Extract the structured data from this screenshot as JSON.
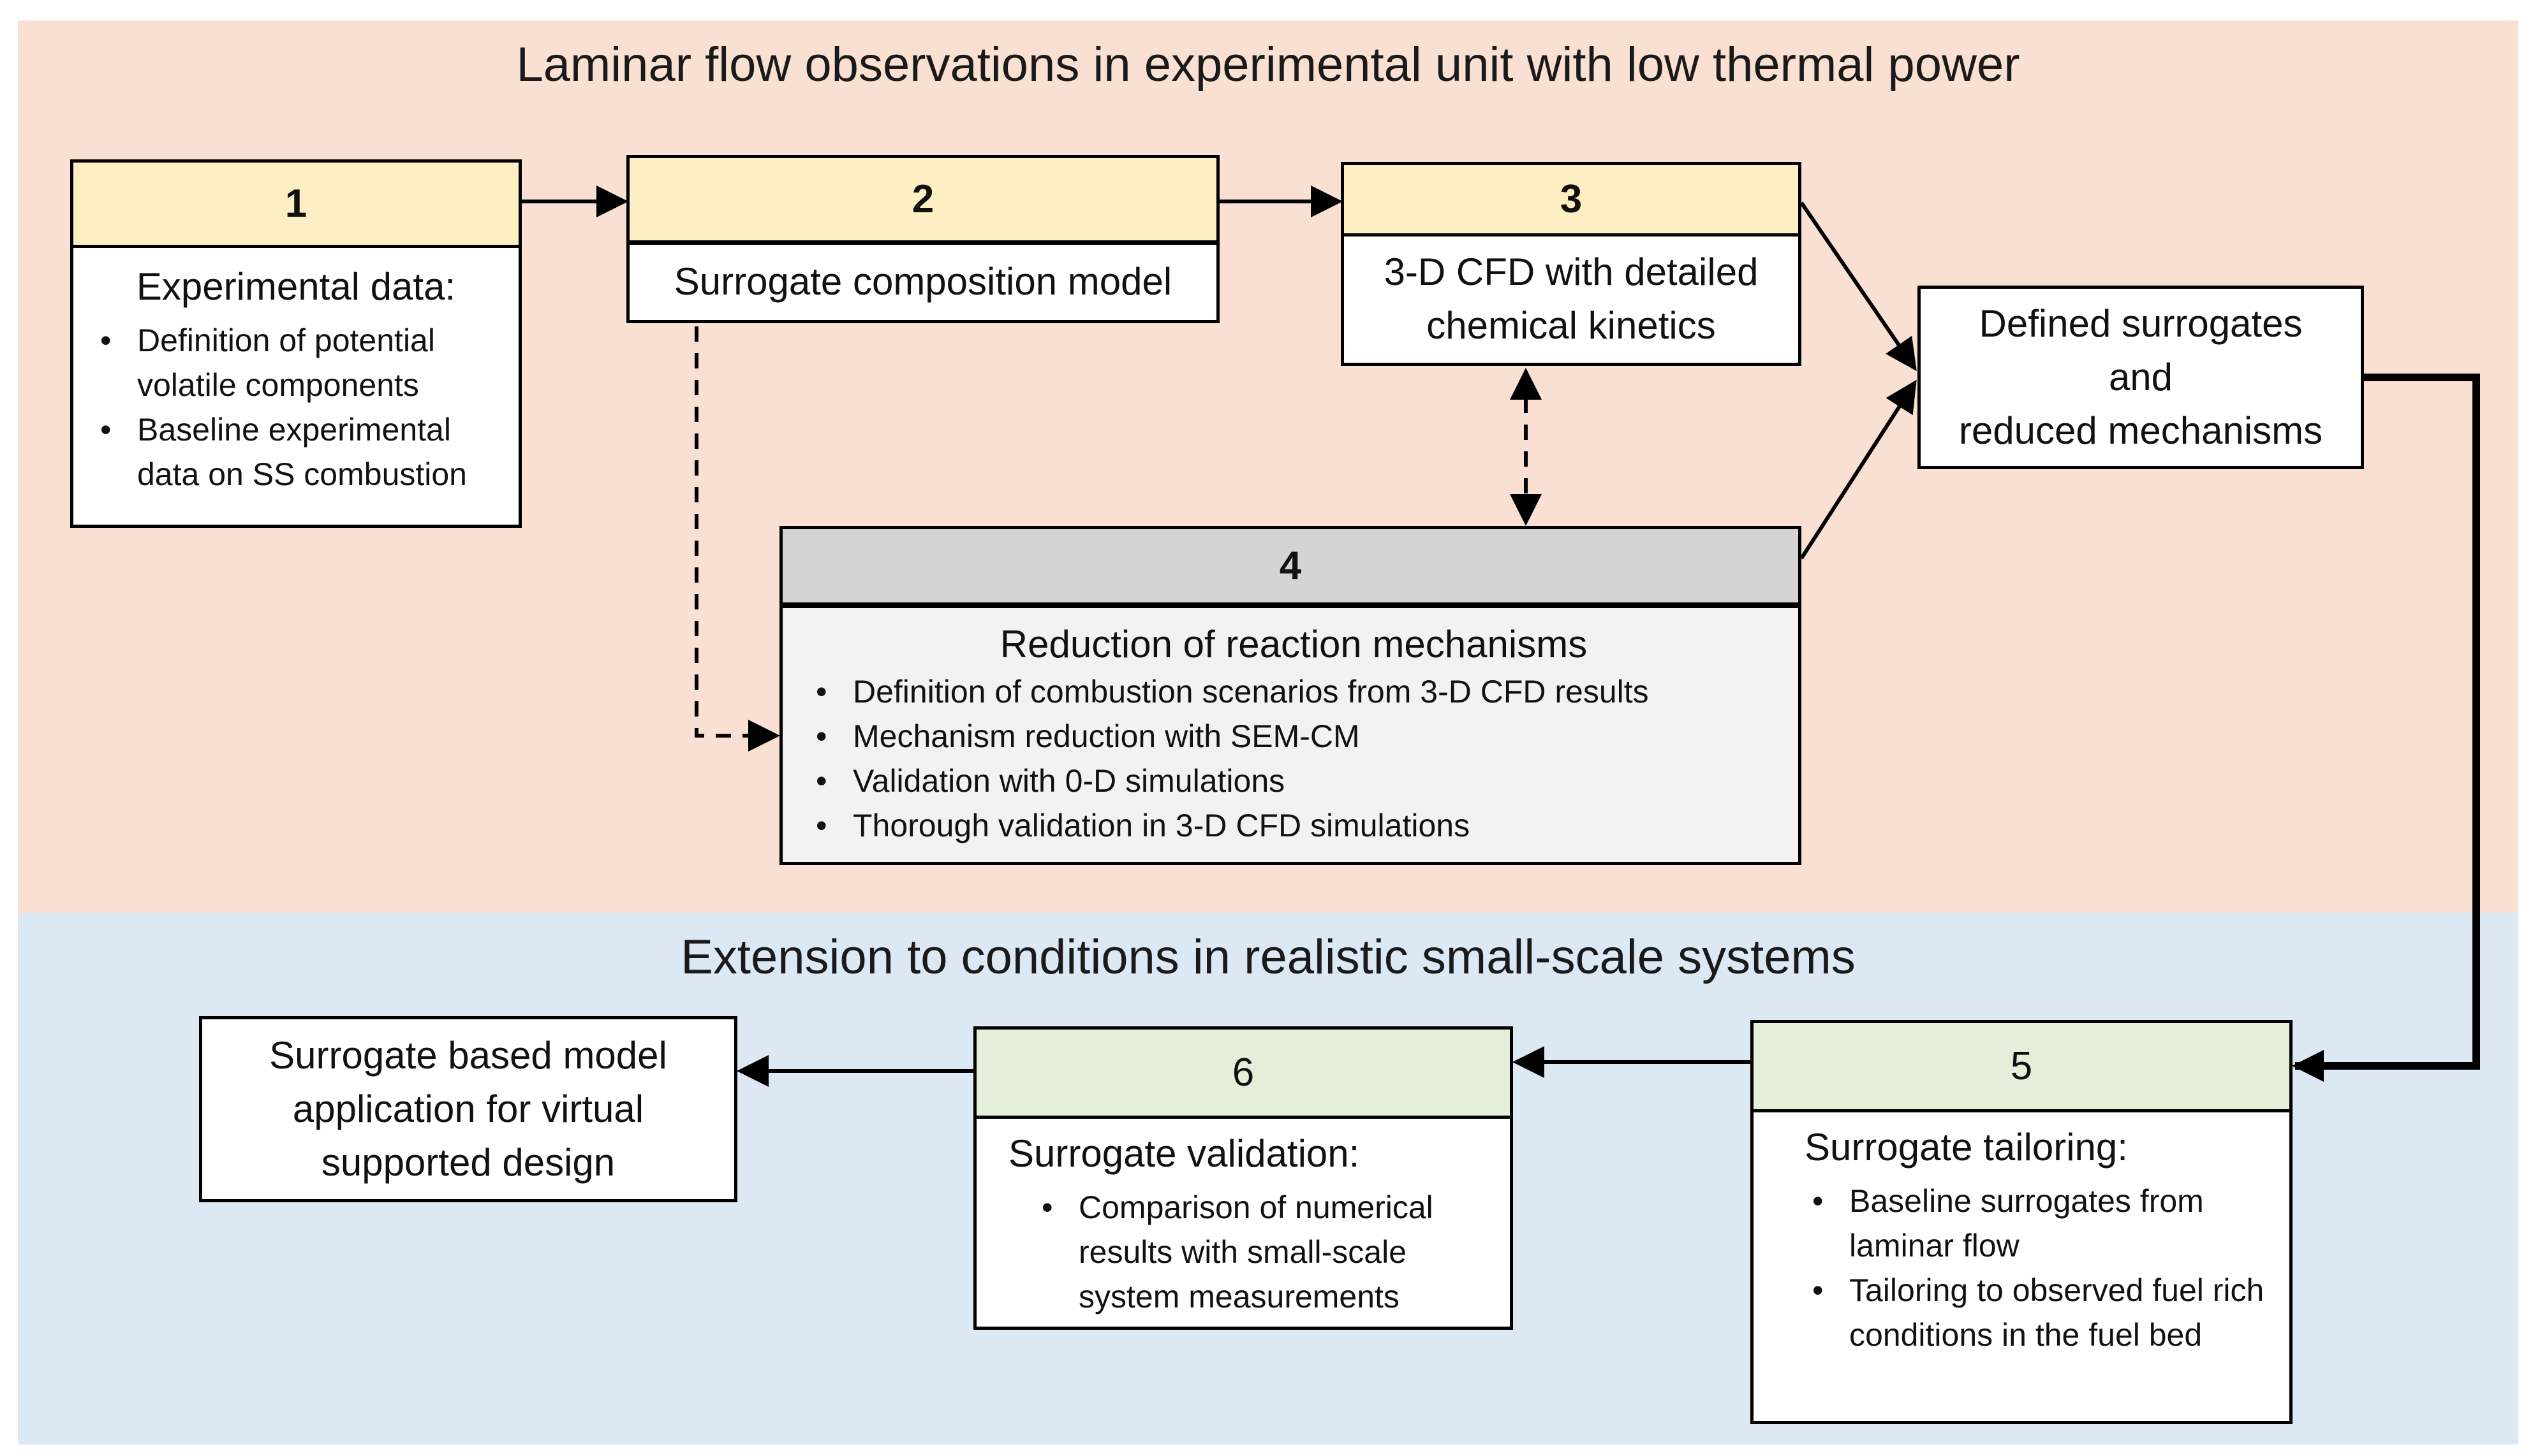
{
  "sections": {
    "top_title": "Laminar flow observations in experimental unit with low thermal power",
    "bottom_title": "Extension to conditions in realistic small-scale systems"
  },
  "box1": {
    "number": "1",
    "title": "Experimental data:",
    "items": [
      "Definition of potential volatile components",
      "Baseline experimental data on SS combustion"
    ]
  },
  "box2": {
    "number": "2",
    "text": "Surrogate composition model"
  },
  "box3": {
    "number": "3",
    "text": "3-D CFD with detailed chemical kinetics"
  },
  "box4": {
    "number": "4",
    "title": "Reduction of reaction mechanisms",
    "items": [
      "Definition of combustion scenarios from 3-D CFD results",
      "Mechanism reduction with SEM-CM",
      "Validation with 0-D simulations",
      "Thorough validation in 3-D CFD simulations"
    ]
  },
  "output_box": {
    "lines": [
      "Defined surrogates",
      "and",
      "reduced mechanisms"
    ]
  },
  "box5": {
    "number": "5",
    "title": "Surrogate tailoring:",
    "items": [
      "Baseline surrogates from laminar flow",
      "Tailoring to observed fuel rich conditions in the fuel bed"
    ]
  },
  "box6": {
    "number": "6",
    "title": "Surrogate validation:",
    "items": [
      "Comparison of numerical results with small-scale system measurements"
    ]
  },
  "final_box": {
    "lines": [
      "Surrogate based model",
      "application for virtual",
      "supported design"
    ]
  },
  "colors": {
    "top_band": "#f9e0d2",
    "bottom_band": "#dde8f5",
    "yellow_header": "#fdefc3",
    "grey_header": "#d4d4d4",
    "green_header": "#e3efd9"
  }
}
